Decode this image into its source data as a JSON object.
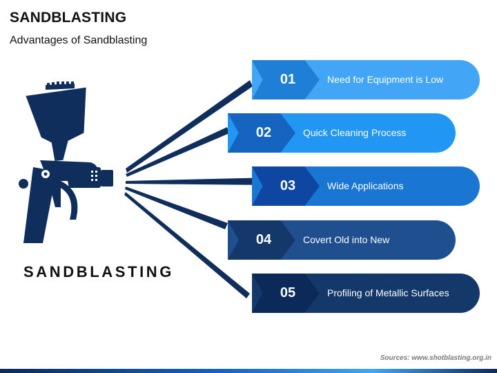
{
  "header": {
    "title": "SANDBLASTING",
    "subtitle": "Advantages of Sandblasting"
  },
  "illustration": {
    "icon": "spray-gun-icon",
    "label": "SANDBLASTING",
    "color": "#0f2e5c"
  },
  "advantages": [
    {
      "number": "01",
      "text": "Need for Equipment is Low",
      "color": "#42a5f5",
      "num_color": "#1f7fd6"
    },
    {
      "number": "02",
      "text": "Quick Cleaning Process",
      "color": "#2196f3",
      "num_color": "#1565c0"
    },
    {
      "number": "03",
      "text": "Wide Applications",
      "color": "#1976d2",
      "num_color": "#0d47a1"
    },
    {
      "number": "04",
      "text": "Covert Old into New",
      "color": "#1f4f8f",
      "num_color": "#15386b"
    },
    {
      "number": "05",
      "text": "Profiling of Metallic Surfaces",
      "color": "#15386b",
      "num_color": "#0b2a5a"
    }
  ],
  "footer": {
    "source": "Sources: www.shotblasting.org.in"
  }
}
